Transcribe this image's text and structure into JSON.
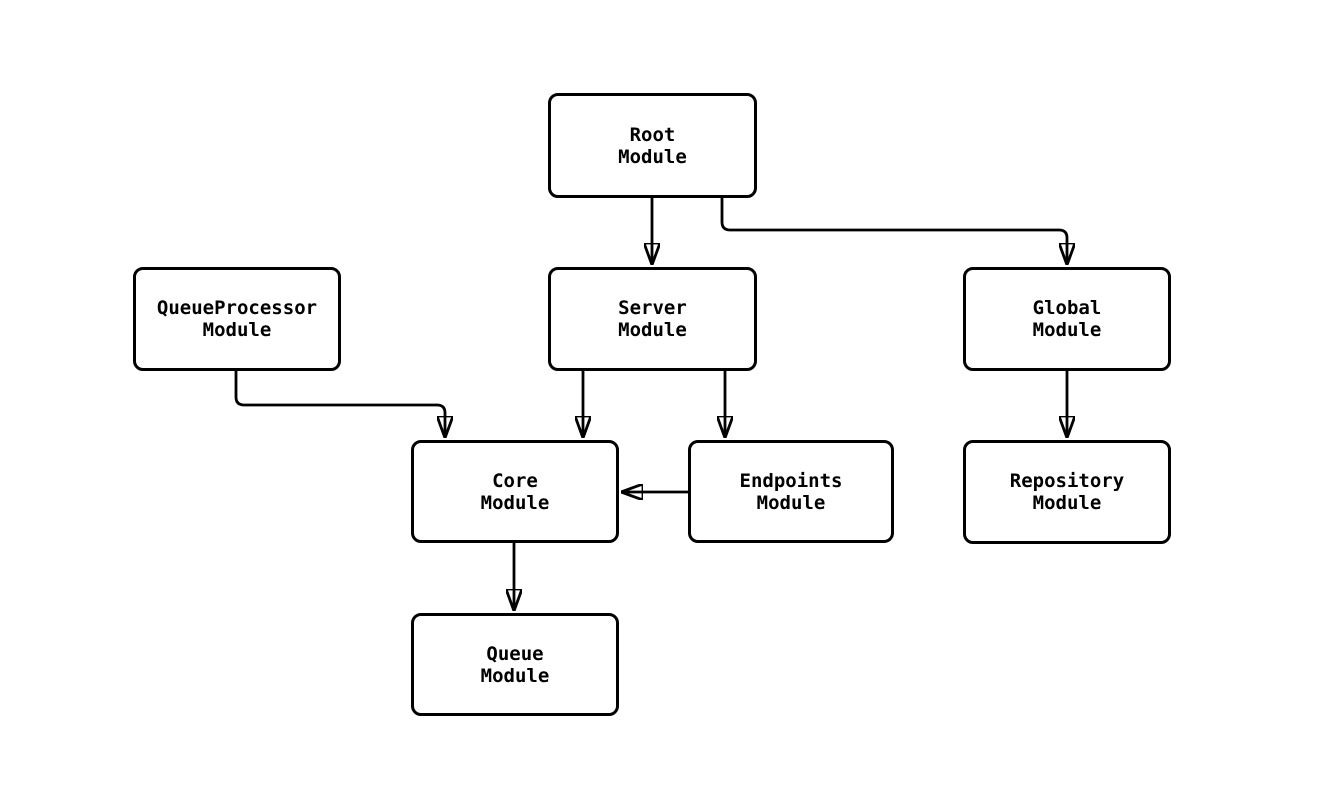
{
  "canvas": {
    "background": "#ffffff",
    "stroke_color": "#000000",
    "node_fill": "#ffffff",
    "text_color": "#000000"
  },
  "nodes": {
    "root": {
      "label": "Root\nModule"
    },
    "queue_processor": {
      "label": "QueueProcessor\nModule"
    },
    "server": {
      "label": "Server\nModule"
    },
    "global": {
      "label": "Global\nModule"
    },
    "core": {
      "label": "Core\nModule"
    },
    "endpoints": {
      "label": "Endpoints\nModule"
    },
    "repository": {
      "label": "Repository\nModule"
    },
    "queue": {
      "label": "Queue\nModule"
    }
  },
  "edges": [
    {
      "from": "Root Module",
      "to": "Server Module"
    },
    {
      "from": "Root Module",
      "to": "Global Module"
    },
    {
      "from": "QueueProcessor Module",
      "to": "Core Module"
    },
    {
      "from": "Server Module",
      "to": "Core Module"
    },
    {
      "from": "Server Module",
      "to": "Endpoints Module"
    },
    {
      "from": "Endpoints Module",
      "to": "Core Module"
    },
    {
      "from": "Global Module",
      "to": "Repository Module"
    },
    {
      "from": "Core Module",
      "to": "Queue Module"
    }
  ]
}
